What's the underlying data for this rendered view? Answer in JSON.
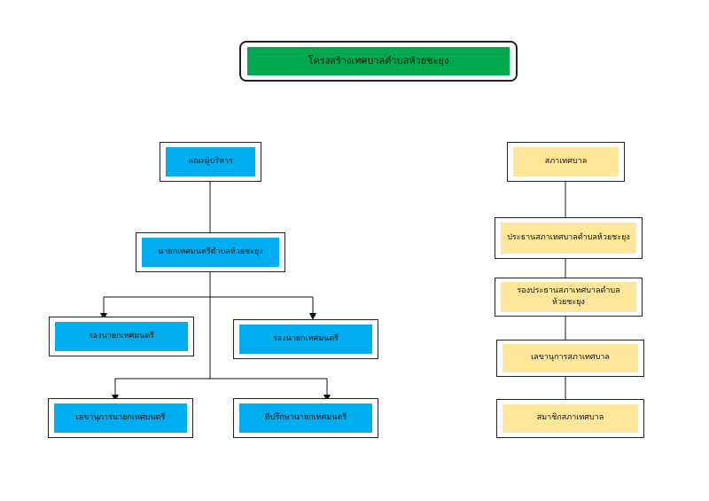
{
  "title": "โครงสร้างเทศบาลตำบลห้วยชะยุง",
  "colors": {
    "executive": "#00aeef",
    "council": "#ffe699",
    "title": "#00a94f"
  },
  "executive": {
    "top": "คณะผู้บริหาร",
    "mayor": "นายกเทศมนตรีตำบลห้วยชะยุง",
    "deputy_left": "รองนายกเทศมนตรี",
    "deputy_right": "รองนายกเทศมนตรี",
    "secretary": "เลขานุการนายกเทศมนตรี",
    "advisor": "ที่ปรึกษานายกเทศมนตรี"
  },
  "council": {
    "top": "สภาเทศบาล",
    "president": "ประธานสภาเทศบาลตำบลห้วยชะยุง",
    "vice_president": "รองประธานสภาเทศบาลตำบล\nห้วยชะยุง",
    "secretary": "เลขานุการสภาเทศบาล",
    "members": "สมาชิกสภาเทศบาล"
  }
}
